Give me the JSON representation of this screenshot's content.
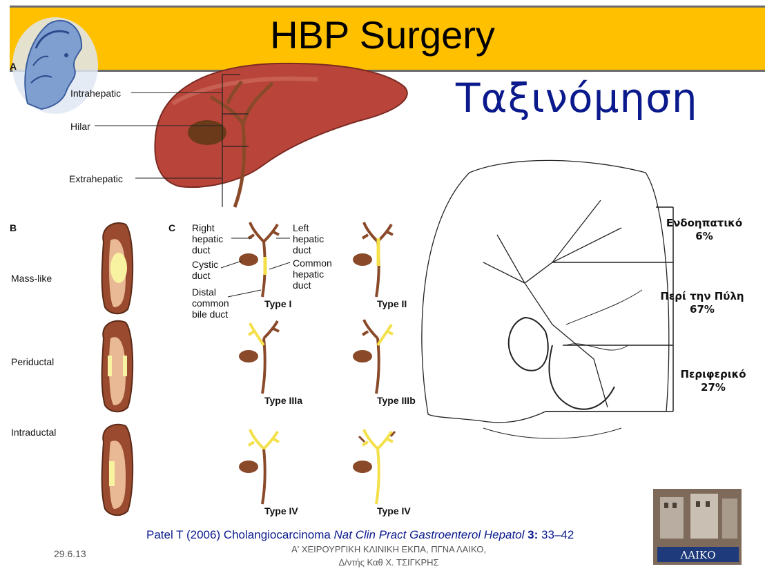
{
  "header": {
    "title": "HBP Surgery",
    "subtitle": "Ταξινόμηση"
  },
  "panel_a": {
    "letter": "A",
    "labels": [
      "Intrahepatic",
      "Hilar",
      "Extrahepatic"
    ]
  },
  "panel_b": {
    "letter": "B",
    "labels": [
      "Mass-like",
      "Periductal",
      "Intraductal"
    ]
  },
  "panel_c": {
    "letter": "C",
    "labels": {
      "right_duct": "Right hepatic duct",
      "left_duct": "Left hepatic duct",
      "cystic_duct": "Cystic duct",
      "common_hepatic": "Common hepatic duct",
      "distal": "Distal common bile duct"
    },
    "types": [
      "Type I",
      "Type II",
      "Type IIIa",
      "Type IIIb",
      "Type IV",
      "Type IV"
    ]
  },
  "distribution": [
    {
      "label": "Ενδοηπατικό",
      "value": "6%"
    },
    {
      "label": "Περί την Πύλη",
      "value": "67%"
    },
    {
      "label": "Περιφερικό",
      "value": "27%"
    }
  ],
  "footer": {
    "date": "29.6.13",
    "citation_authors": "Patel T (2006) Cholangiocarcinoma ",
    "citation_journal": "Nat Clin Pract Gastroenterol Hepatol",
    "citation_volume": "3:",
    "citation_pages": " 33–42",
    "institution_line1": "Α' ΧΕΙΡΟΥΡΓΙΚΗ ΚΛΙΝΙΚΗ ΕΚΠΑ, ΠΓΝΑ ΛΑΙΚΟ,",
    "institution_line2": "Δ/ντής Καθ Χ. ΤΣΙΓΚΡΗΣ",
    "hospital_logo_text": "ΛΑΙΚΟ"
  }
}
